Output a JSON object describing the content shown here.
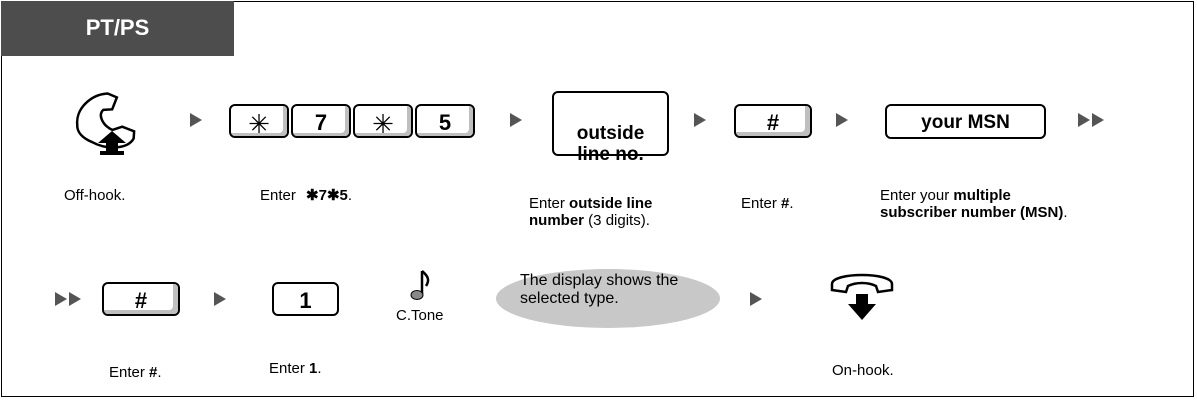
{
  "header": {
    "label": "PT/PS"
  },
  "row1": {
    "keys": {
      "star1": "✳",
      "seven": "7",
      "star2": "✳",
      "five": "5",
      "outside_line": "outside\nline no.",
      "hash": "#",
      "msn": "your MSN"
    },
    "captions": {
      "offhook": "Off-hook.",
      "enter_code_prefix": "Enter",
      "enter_code_value": "✱7✱5",
      "enter_code_suffix": ".",
      "outside_a": "Enter ",
      "outside_b": "outside line",
      "outside_c": "number",
      "outside_d": " (3 digits).",
      "hash_a": "Enter ",
      "hash_b": "#",
      "hash_c": ".",
      "msn_a": "Enter your ",
      "msn_b": "multiple subscriber number (MSN)",
      "msn_c": "."
    }
  },
  "row2": {
    "keys": {
      "hash": "#",
      "one": "1"
    },
    "ctone_label": "C.Tone",
    "display_note": "The display shows the selected type.",
    "captions": {
      "hash_a": "Enter ",
      "hash_b": "#",
      "hash_c": ".",
      "one_a": "Enter ",
      "one_b": "1",
      "one_c": ".",
      "onhook": "On-hook."
    }
  },
  "colors": {
    "header_bg": "#4d4d4d",
    "oval_bg": "#c8c8c8",
    "arrow": "#555555"
  },
  "icons": [
    "handset-offhook-icon",
    "note-icon",
    "handset-onhook-icon",
    "arrow-right-icon",
    "double-arrow-icon"
  ]
}
